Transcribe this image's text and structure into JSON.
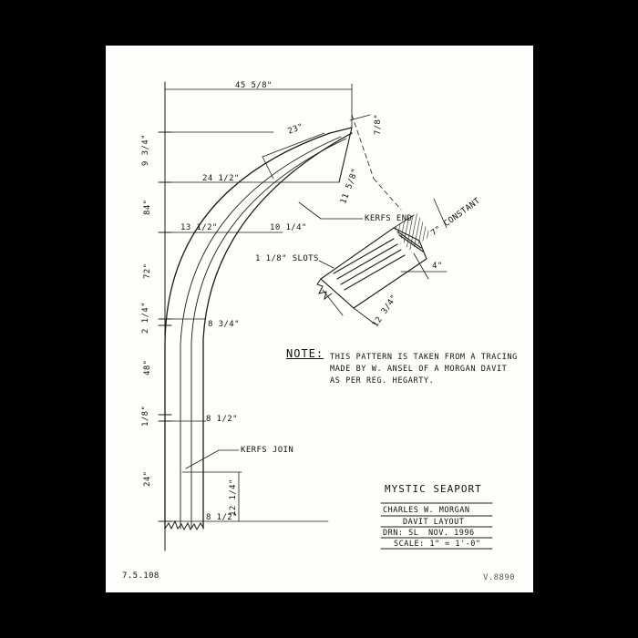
{
  "dimensions": {
    "top_width": "45 5/8\"",
    "diag_23": "23\"",
    "end_7_8": "7/8\"",
    "w_24_half": "24 1/2\"",
    "w_11_5_8": "11 5/8\"",
    "w_13_half": "13 1/2\"",
    "w_10_quarter": "10 1/4\"",
    "w_8_3_4": "8 3/4\"",
    "w_8_half_a": "8 1/2\"",
    "w_8_half_b": "8 1/2\"",
    "v_9_3_4": "9 3/4\"",
    "v_84": "84\"",
    "v_72": "72\"",
    "v_2_1_4": "2 1/4\"",
    "v_48": "48\"",
    "v_1_8": "1/8\"",
    "v_24": "24\"",
    "v_12_1_4": "12 1/4\"",
    "detail_constant": "7\" CONSTANT",
    "detail_4": "4\"",
    "detail_12_3_4": "12 3/4\""
  },
  "callouts": {
    "kerfs_end": "KERFS END",
    "slots": "1 1/8\" SLOTS",
    "kerfs_join": "KERFS JOIN"
  },
  "note": {
    "heading": "NOTE:",
    "text": "THIS PATTERN IS TAKEN FROM A TRACING MADE BY W. ANSEL OF A MORGAN DAVIT AS PER REG. HEGARTY."
  },
  "title_block": {
    "museum": "MYSTIC SEAPORT",
    "vessel": "CHARLES W. MORGAN",
    "drawing": "DAVIT LAYOUT",
    "drawn_by": "DRN: SL",
    "date": "NOV. 1996",
    "scale": "SCALE: 1\" = 1'-0\""
  },
  "sheet_marks": {
    "bottom_left": "7.5.108",
    "bottom_right": "V.8890"
  }
}
